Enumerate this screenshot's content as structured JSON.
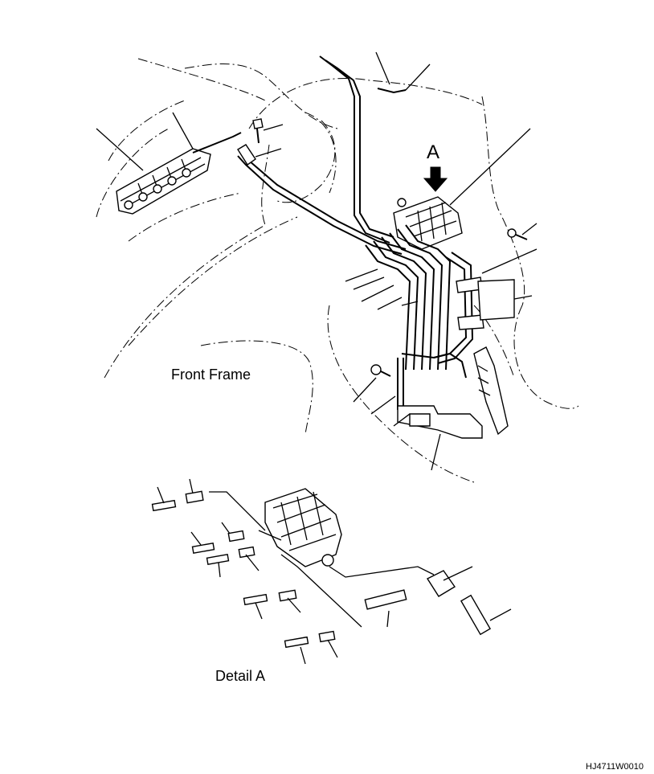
{
  "labels": {
    "front_frame": "Front Frame",
    "detail_a": "Detail A",
    "view_marker": "A",
    "drawing_code": "HJ4711W0010"
  }
}
